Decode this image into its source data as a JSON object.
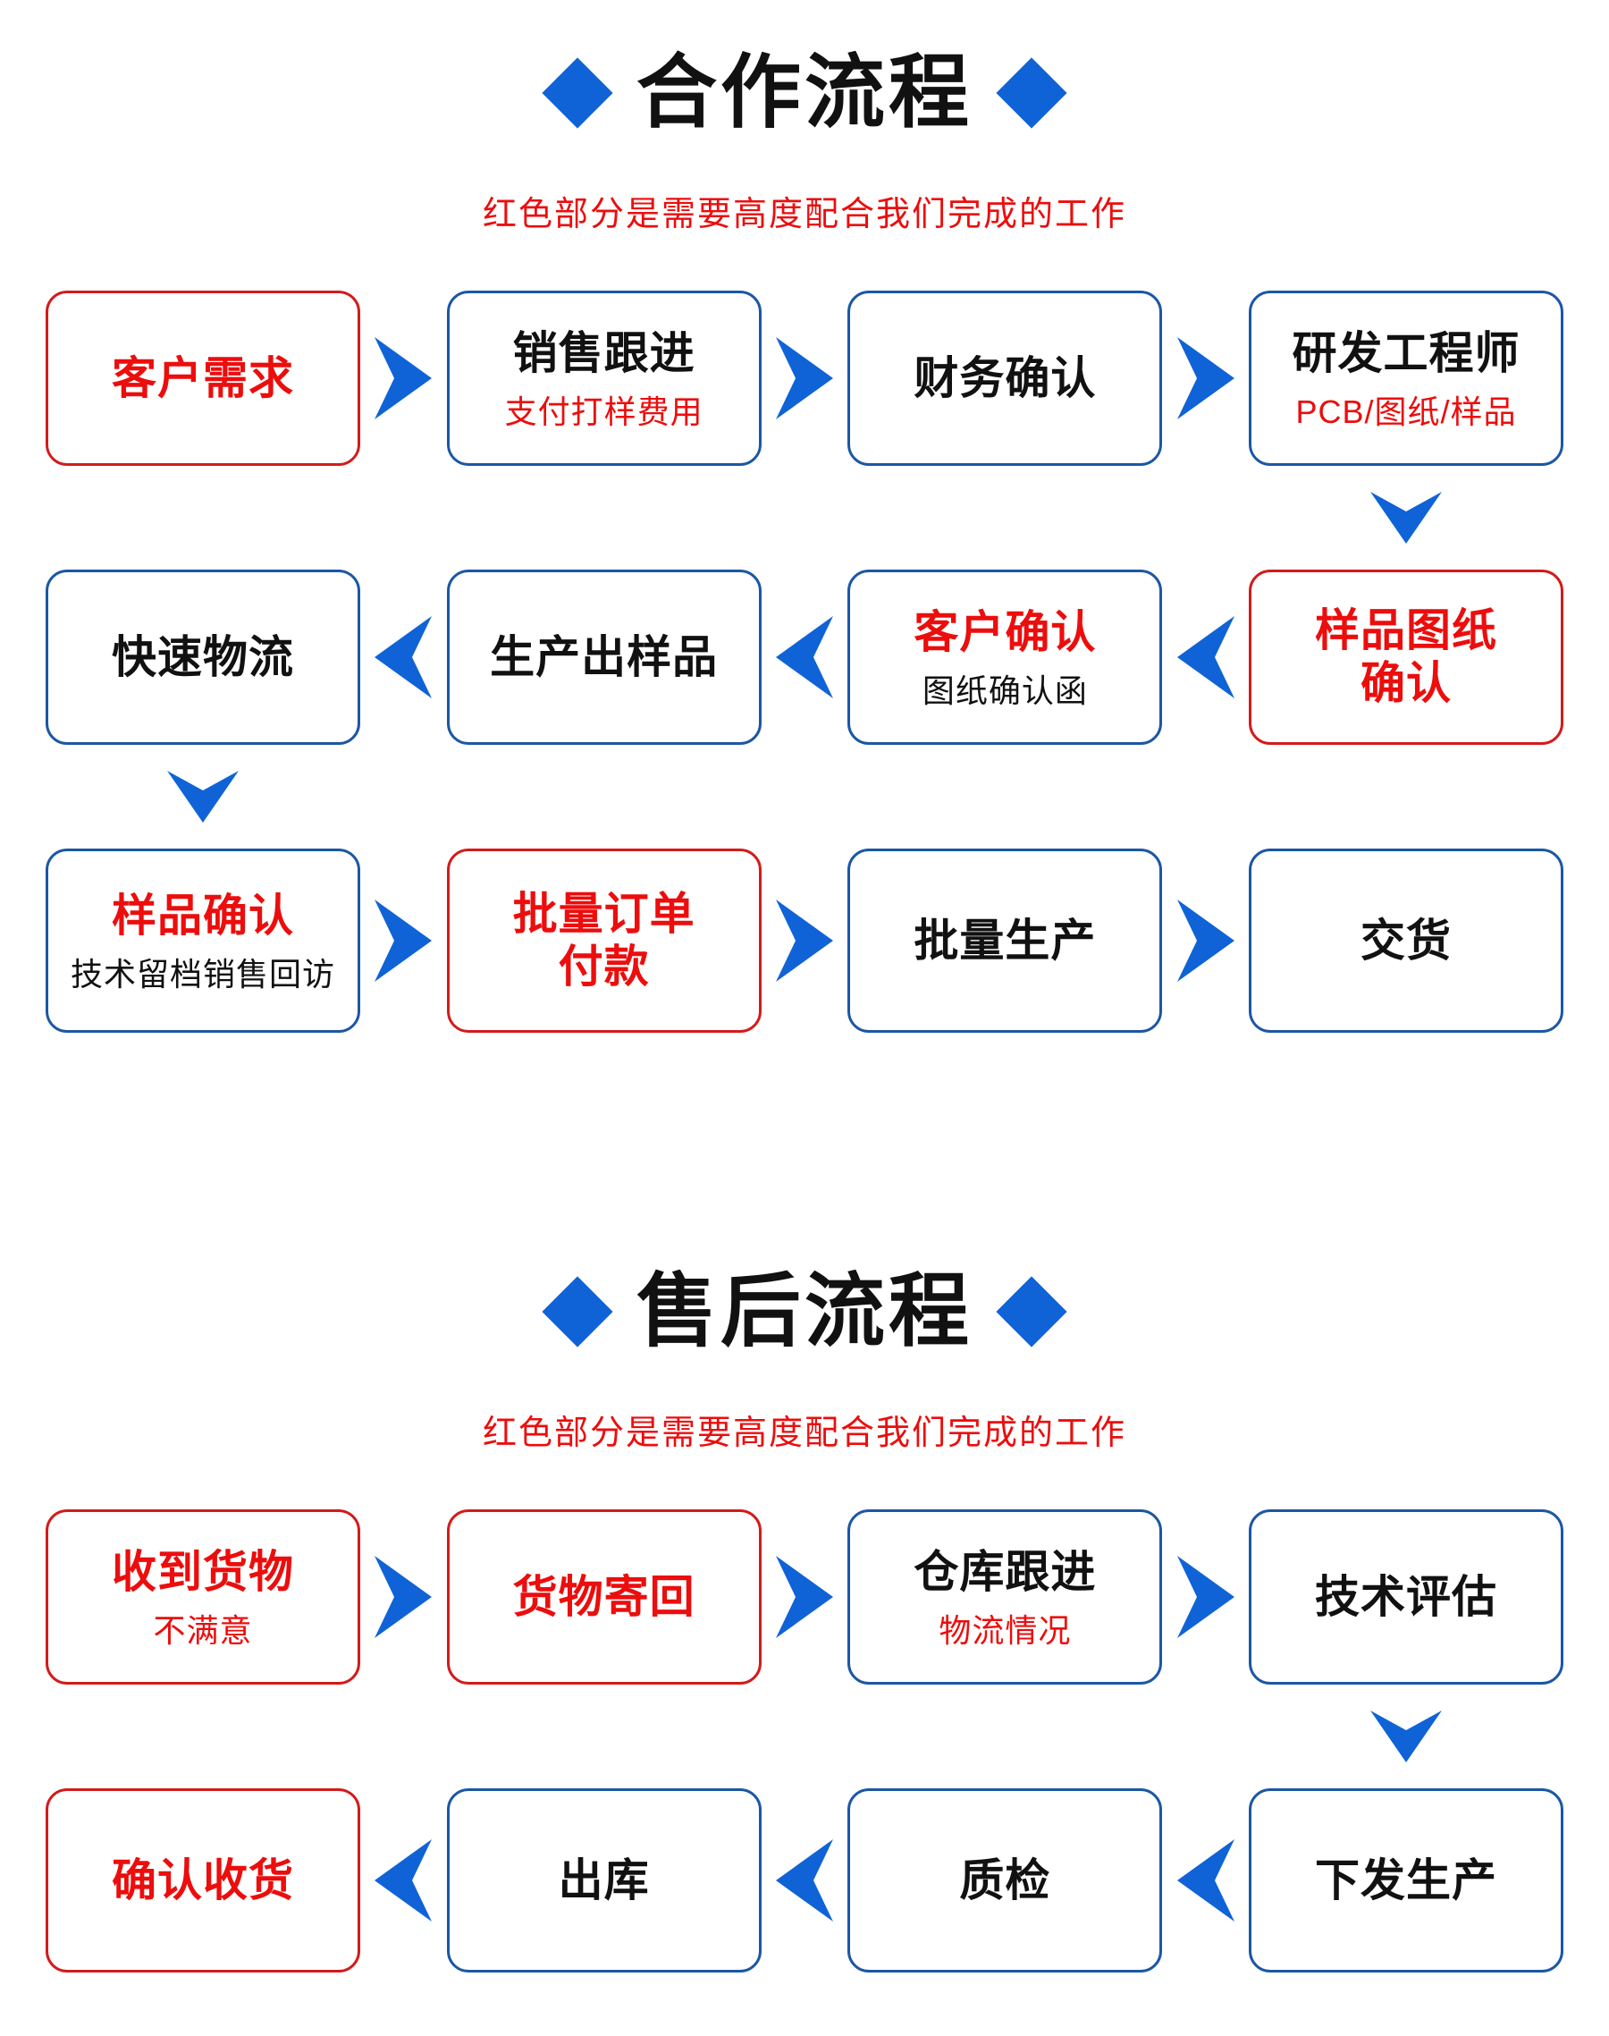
{
  "colors": {
    "blue_bright": "#0f63d6",
    "blue_border": "#1b57a5",
    "red_border": "#d31b1b",
    "red_text": "#ec0d0d",
    "black_text": "#111111"
  },
  "icons": {
    "diamond": "diamond-icon",
    "arrow_right": "arrow-right-icon",
    "arrow_left": "arrow-left-icon",
    "arrow_down": "arrow-down-icon"
  },
  "sections": [
    {
      "id": "cooperation-process",
      "title": "合作流程",
      "subtitle": "红色部分是需要高度配合我们完成的工作",
      "rows": [
        {
          "direction": "right",
          "boxes": [
            {
              "label": "客户需求",
              "label_color": "red",
              "border": "red"
            },
            {
              "label": "销售跟进",
              "label_color": "black",
              "sub": "支付打样费用",
              "sub_color": "red",
              "border": "blue"
            },
            {
              "label": "财务确认",
              "label_color": "black",
              "border": "blue"
            },
            {
              "label": "研发工程师",
              "label_color": "black",
              "sub": "PCB/图纸/样品",
              "sub_color": "red",
              "border": "blue"
            }
          ],
          "connector_after": {
            "type": "down",
            "col": 3
          }
        },
        {
          "direction": "left",
          "boxes": [
            {
              "label": "快速物流",
              "label_color": "black",
              "border": "blue"
            },
            {
              "label": "生产出样品",
              "label_color": "black",
              "border": "blue"
            },
            {
              "label": "客户确认",
              "label_color": "red",
              "sub": "图纸确认函",
              "sub_color": "black",
              "border": "blue"
            },
            {
              "label": "样品图纸\n确认",
              "label_color": "red",
              "border": "red"
            }
          ],
          "connector_after": {
            "type": "down",
            "col": 0
          }
        },
        {
          "direction": "right",
          "tall": true,
          "boxes": [
            {
              "label": "样品确认",
              "label_color": "red",
              "sub": "技术留档销售回访",
              "sub_color": "black",
              "border": "blue"
            },
            {
              "label": "批量订单\n付款",
              "label_color": "red",
              "border": "red"
            },
            {
              "label": "批量生产",
              "label_color": "black",
              "border": "blue"
            },
            {
              "label": "交货",
              "label_color": "black",
              "border": "blue"
            }
          ]
        }
      ]
    },
    {
      "id": "aftersales-process",
      "title": "售后流程",
      "subtitle": "红色部分是需要高度配合我们完成的工作",
      "rows": [
        {
          "direction": "right",
          "boxes": [
            {
              "label": "收到货物",
              "label_color": "red",
              "sub": "不满意",
              "sub_color": "red",
              "border": "red"
            },
            {
              "label": "货物寄回",
              "label_color": "red",
              "border": "red"
            },
            {
              "label": "仓库跟进",
              "label_color": "black",
              "sub": "物流情况",
              "sub_color": "red",
              "border": "blue"
            },
            {
              "label": "技术评估",
              "label_color": "black",
              "border": "blue"
            }
          ],
          "connector_after": {
            "type": "down",
            "col": 3
          }
        },
        {
          "direction": "left",
          "tall": true,
          "boxes": [
            {
              "label": "确认收货",
              "label_color": "red",
              "border": "red"
            },
            {
              "label": "出库",
              "label_color": "black",
              "border": "blue"
            },
            {
              "label": "质检",
              "label_color": "black",
              "border": "blue"
            },
            {
              "label": "下发生产",
              "label_color": "black",
              "border": "blue"
            }
          ]
        }
      ]
    }
  ]
}
